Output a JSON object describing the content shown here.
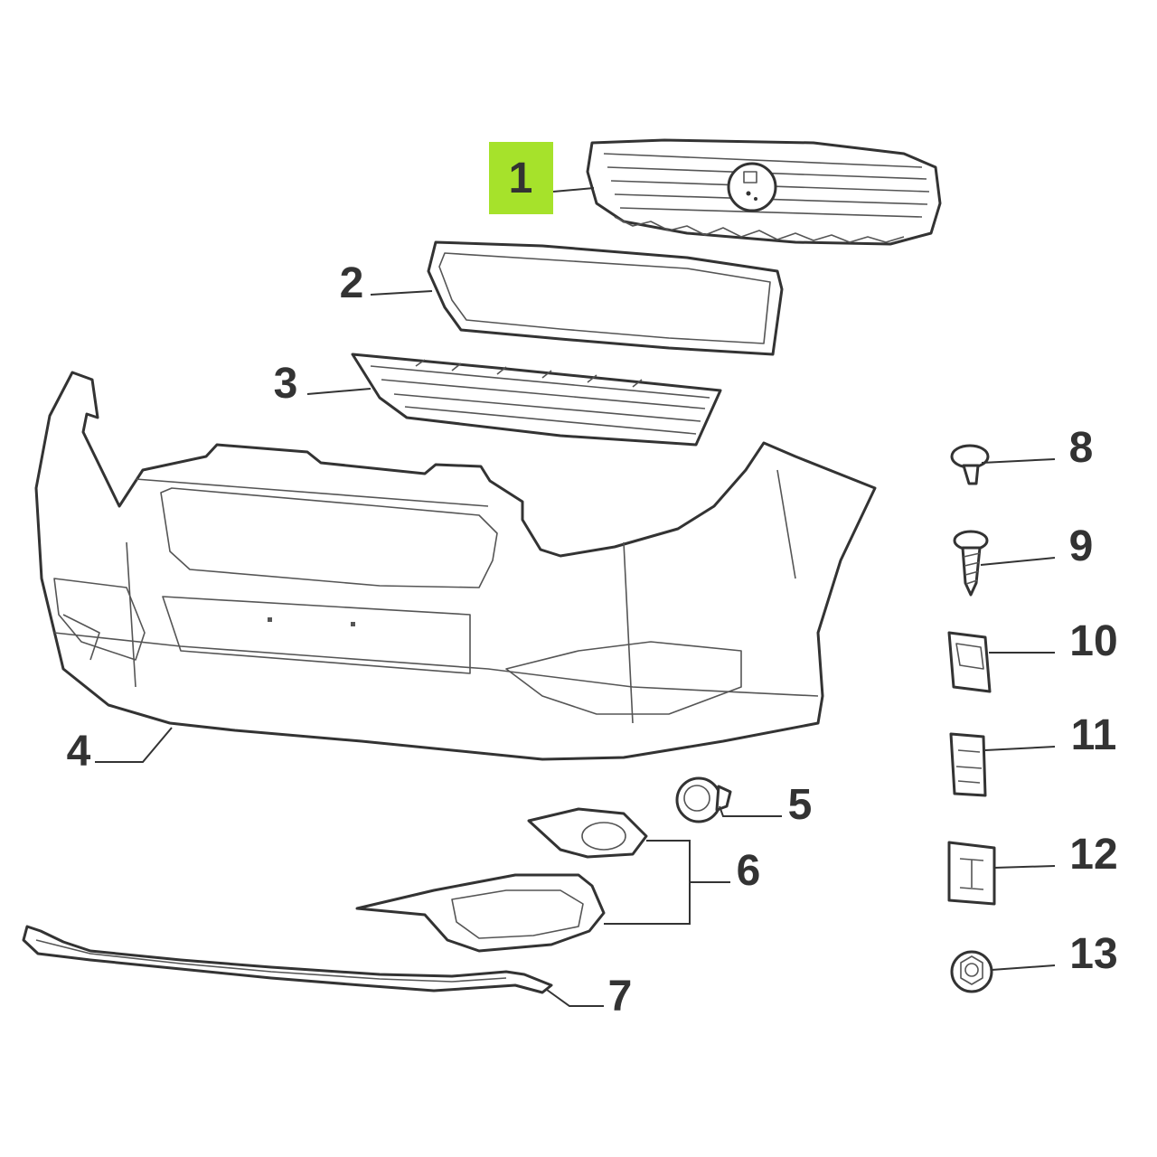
{
  "diagram": {
    "highlight_color": "#a6e22b",
    "line_color": "#333333",
    "callouts": [
      {
        "id": "1",
        "label": "1",
        "highlighted": true
      },
      {
        "id": "2",
        "label": "2"
      },
      {
        "id": "3",
        "label": "3"
      },
      {
        "id": "4",
        "label": "4"
      },
      {
        "id": "5",
        "label": "5"
      },
      {
        "id": "6",
        "label": "6"
      },
      {
        "id": "7",
        "label": "7"
      },
      {
        "id": "8",
        "label": "8"
      },
      {
        "id": "9",
        "label": "9"
      },
      {
        "id": "10",
        "label": "10"
      },
      {
        "id": "11",
        "label": "11"
      },
      {
        "id": "12",
        "label": "12"
      },
      {
        "id": "13",
        "label": "13"
      }
    ],
    "parts": [
      {
        "callout": "1",
        "name": "upper-grille"
      },
      {
        "callout": "2",
        "name": "grille-frame"
      },
      {
        "callout": "3",
        "name": "lower-grille"
      },
      {
        "callout": "4",
        "name": "front-bumper"
      },
      {
        "callout": "5",
        "name": "fog-lamp"
      },
      {
        "callout": "6",
        "name": "fog-lamp-bezel"
      },
      {
        "callout": "7",
        "name": "lower-spoiler"
      },
      {
        "callout": "8",
        "name": "push-clip"
      },
      {
        "callout": "9",
        "name": "screw"
      },
      {
        "callout": "10",
        "name": "spring-clip"
      },
      {
        "callout": "11",
        "name": "clip-nut"
      },
      {
        "callout": "12",
        "name": "retainer-plate"
      },
      {
        "callout": "13",
        "name": "hex-flange-nut"
      }
    ]
  }
}
